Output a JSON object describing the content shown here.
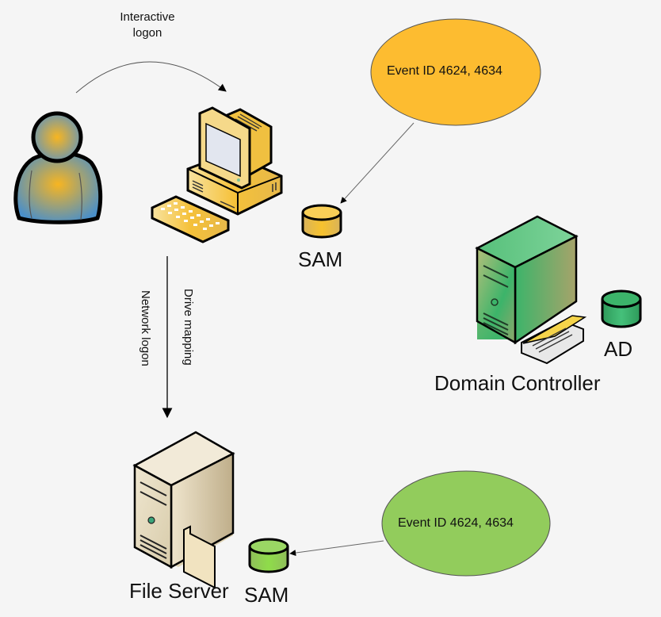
{
  "diagram": {
    "title": "Logon flow and event logging",
    "colors": {
      "background": "#f5f5f5",
      "event_orange": "#fdbc30",
      "event_green": "#92cc5c",
      "workstation_yellow": "#f5c842",
      "dc_green": "#3cb46a",
      "fileserver_beige": "#e6dcc2"
    },
    "nodes": {
      "user": {
        "label": "",
        "icon": "user-icon"
      },
      "workstation": {
        "label": "",
        "icon": "workstation-icon"
      },
      "workstation_db": {
        "label": "SAM",
        "icon": "database-icon"
      },
      "domain_controller": {
        "label": "Domain Controller",
        "icon": "server-tower-icon"
      },
      "dc_db": {
        "label": "AD",
        "icon": "database-icon"
      },
      "file_server": {
        "label": "File Server",
        "icon": "server-tower-icon"
      },
      "fileserver_db": {
        "label": "SAM",
        "icon": "database-icon"
      },
      "event_top": {
        "label": "Event ID 4624, 4634"
      },
      "event_bottom": {
        "label": "Event ID 4624, 4634"
      }
    },
    "edges": {
      "interactive": {
        "label_line1": "Interactive",
        "label_line2": "logon"
      },
      "network": {
        "label_left": "Network logon",
        "label_right": "Drive mapping"
      }
    }
  }
}
